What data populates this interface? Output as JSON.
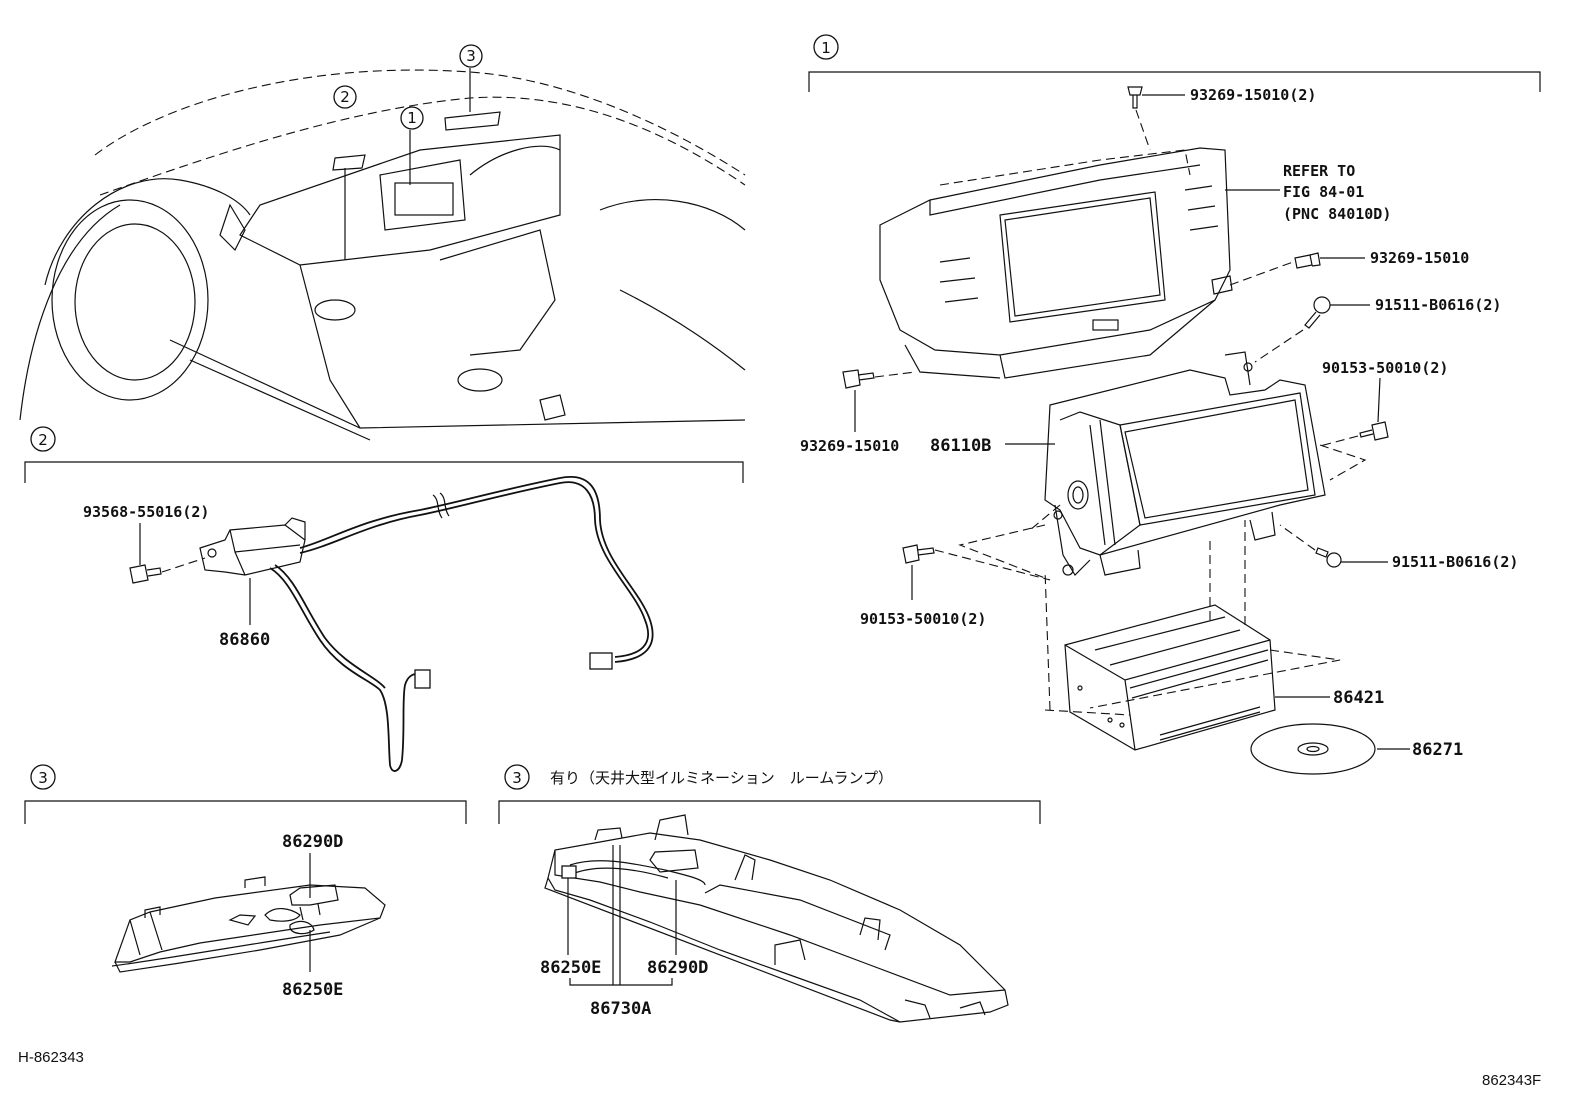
{
  "figure_code_left": "H-862343",
  "figure_code_right": "862343F",
  "overview": {
    "callouts": [
      "1",
      "2",
      "3"
    ]
  },
  "section1": {
    "marker": "1",
    "parts": {
      "screw_top": "93269-15010(2)",
      "refer_line1": "REFER TO",
      "refer_line2": "FIG 84-01",
      "refer_line3": "(PNC 84010D)",
      "screw_right": "93269-15010",
      "bolt_upper_right": "91511-B0616(2)",
      "screw_upper_right2": "90153-50010(2)",
      "screw_left": "93269-15010",
      "display_unit": "86110B",
      "screw_lower_left": "90153-50010(2)",
      "bolt_lower_right": "91511-B0616(2)",
      "receiver": "86421",
      "disc": "86271"
    }
  },
  "section2": {
    "marker": "2",
    "parts": {
      "bolt": "93568-55016(2)",
      "antenna_amp": "86860"
    }
  },
  "section3a": {
    "marker": "3",
    "parts": {
      "mic_top": "86290D",
      "mic_bottom": "86250E"
    }
  },
  "section3b": {
    "marker": "3",
    "caption": "有り（天井大型イルミネーション　ルームランプ）",
    "parts": {
      "part_left": "86250E",
      "part_right": "86290D",
      "assembly": "86730A"
    }
  }
}
